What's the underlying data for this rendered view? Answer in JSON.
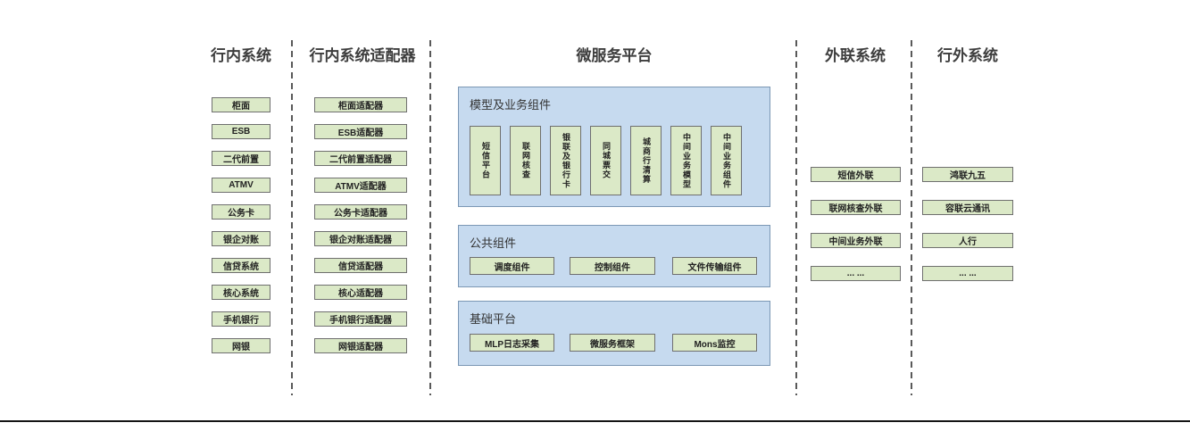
{
  "headers": {
    "c1": "行内系统",
    "c2": "行内系统适配器",
    "c3": "微服务平台",
    "c4": "外联系统",
    "c5": "行外系统"
  },
  "col1": [
    "柜面",
    "ESB",
    "二代前置",
    "ATMV",
    "公务卡",
    "银企对账",
    "信贷系统",
    "核心系统",
    "手机银行",
    "网银"
  ],
  "col2": [
    "柜面适配器",
    "ESB适配器",
    "二代前置适配器",
    "ATMV适配器",
    "公务卡适配器",
    "银企对账适配器",
    "信贷适配器",
    "核心适配器",
    "手机银行适配器",
    "网银适配器"
  ],
  "platform": {
    "group1": {
      "title": "模型及业务组件",
      "items": [
        "短信平台",
        "联网核查",
        "银联及银行卡",
        "同城票交",
        "城商行清算",
        "中间业务模型",
        "中间业务组件"
      ]
    },
    "group2": {
      "title": "公共组件",
      "items": [
        "调度组件",
        "控制组件",
        "文件传输组件"
      ]
    },
    "group3": {
      "title": "基础平台",
      "items": [
        "MLP日志采集",
        "微服务框架",
        "Mons监控"
      ]
    }
  },
  "col4": [
    "短信外联",
    "联网核查外联",
    "中间业务外联",
    "... ..."
  ],
  "col5": [
    "鸿联九五",
    "容联云通讯",
    "人行",
    "... ..."
  ],
  "colors": {
    "box_fill": "#dbe9c7",
    "box_border": "#6f6f6f",
    "group_fill": "#c6daef",
    "group_border": "#7b97b4",
    "divider": "#595959",
    "bottom_rule": "#141414",
    "header_text": "#3d3d3d"
  }
}
